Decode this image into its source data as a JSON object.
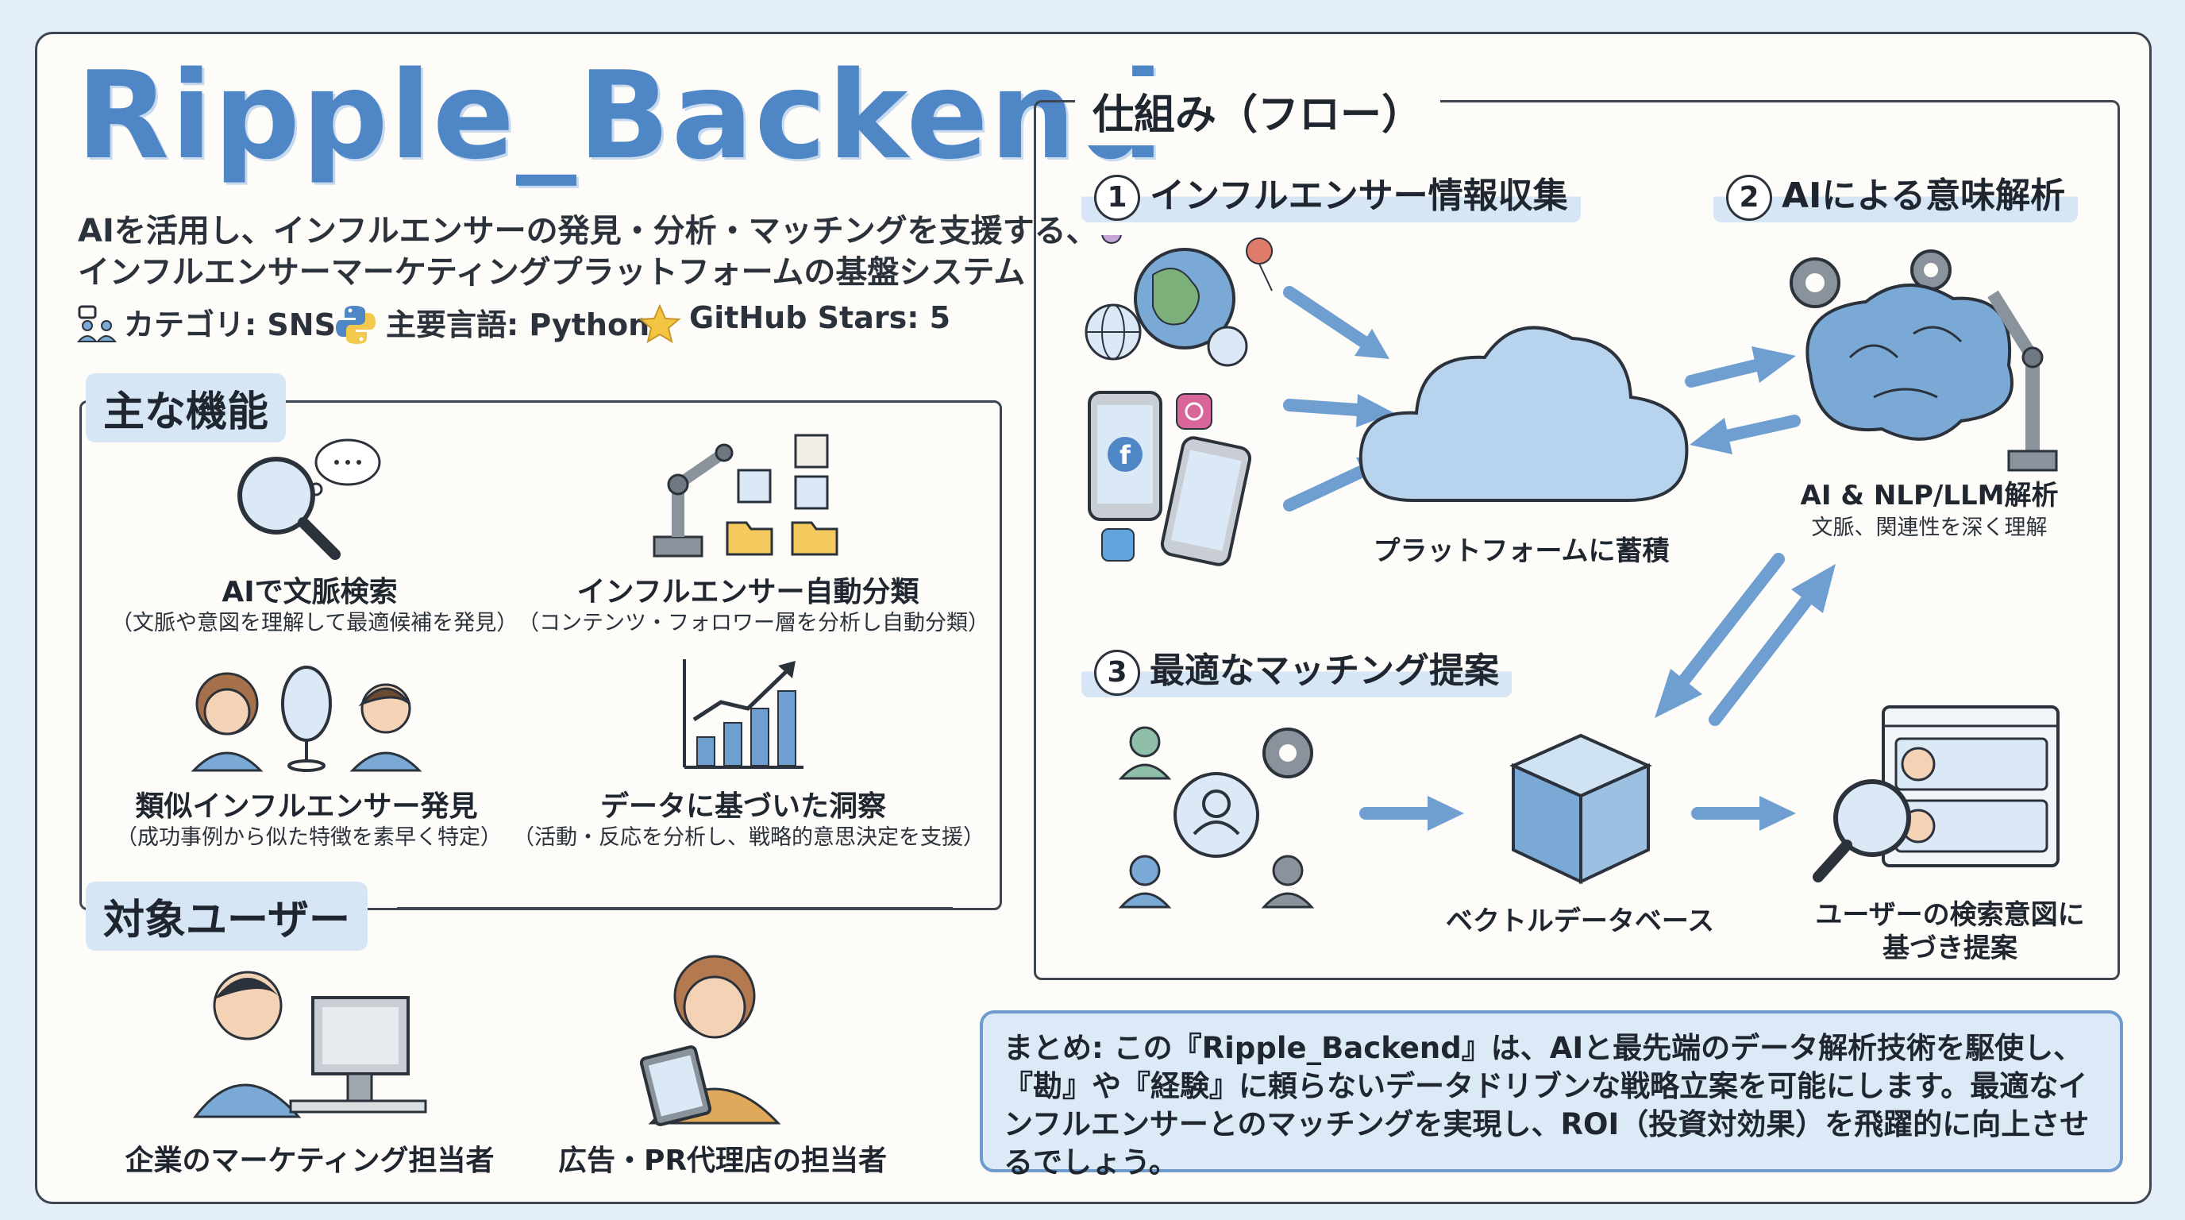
{
  "header": {
    "title": "Ripple_Backend",
    "description_line1": "AIを活用し、インフルエンサーの発見・分析・マッチングを支援する、",
    "description_line2": "インフルエンサーマーケティングプラットフォームの基盤システム",
    "category": "カテゴリ: SNS",
    "language": "主要言語: Python",
    "stars": "GitHub Stars: 5"
  },
  "features": {
    "heading": "主な機能",
    "items": [
      {
        "title": "AIで文脈検索",
        "subtitle": "（文脈や意図を理解して最適候補を発見）",
        "icon": "magnifier-icon"
      },
      {
        "title": "インフルエンサー自動分類",
        "subtitle": "（コンテンツ・フォロワー層を分析し自動分類）",
        "icon": "robot-arm-icon"
      },
      {
        "title": "類似インフルエンサー発見",
        "subtitle": "（成功事例から似た特徴を素早く特定）",
        "icon": "people-mirror-icon"
      },
      {
        "title": "データに基づいた洞察",
        "subtitle": "（活動・反応を分析し、戦略的意思決定を支援）",
        "icon": "bar-chart-icon"
      }
    ]
  },
  "users": {
    "heading": "対象ユーザー",
    "items": [
      {
        "label": "企業のマーケティング担当者",
        "icon": "office-worker-icon"
      },
      {
        "label": "広告・PR代理店の担当者",
        "icon": "agency-worker-icon"
      }
    ]
  },
  "flow": {
    "heading": "仕組み（フロー）",
    "step1": {
      "number": "1",
      "label": "インフルエンサー情報収集"
    },
    "step2": {
      "number": "2",
      "label": "AIによる意味解析"
    },
    "step3": {
      "number": "3",
      "label": "最適なマッチング提案"
    },
    "cloud_label": "プラットフォームに蓄積",
    "ai_label": "AI & NLP/LLM解析",
    "ai_sublabel": "文脈、関連性を深く理解",
    "vector_db_label": "ベクトルデータベース",
    "proposal_label_line1": "ユーザーの検索意図に",
    "proposal_label_line2": "基づき提案"
  },
  "summary": {
    "text": "まとめ: この『Ripple_Backend』は、AIと最先端のデータ解析技術を駆使し、『勘』や『経験』に頼らないデータドリブンな戦略立案を可能にします。最適なインフルエンサーとのマッチングを実現し、ROI（投資対効果）を飛躍的に向上させるでしょう。"
  },
  "colors": {
    "accent": "#4f86c5",
    "highlight": "#d7e6f5",
    "border": "#3d4650",
    "summary_bg": "#dce9f6"
  }
}
